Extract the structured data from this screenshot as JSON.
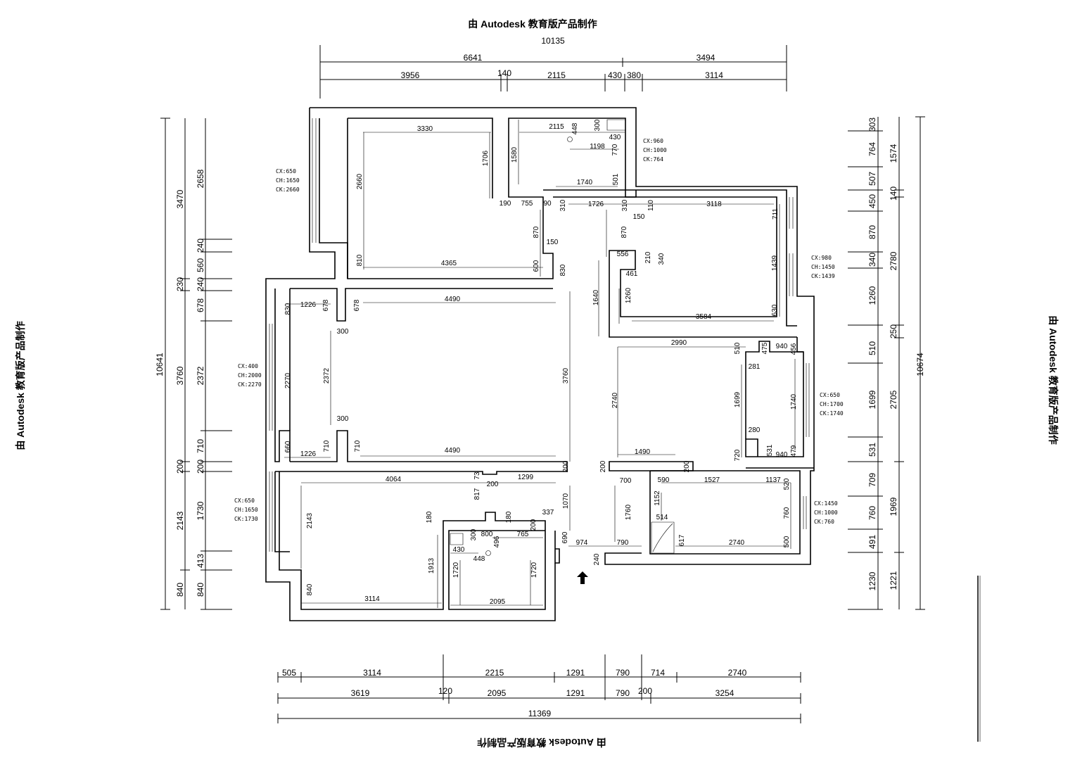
{
  "watermark": "由 Autodesk 教育版产品制作",
  "top_dims": {
    "overall": "10135",
    "row2": [
      "6641",
      "3494"
    ],
    "row3": [
      "3956",
      "140",
      "2115",
      "430",
      "380",
      "3114"
    ]
  },
  "bottom_dims": {
    "row1": [
      "505",
      "3114",
      "2215",
      "1291",
      "790",
      "714",
      "2740"
    ],
    "row2": [
      "3619",
      "120",
      "2095",
      "1291",
      "790",
      "200",
      "3254"
    ],
    "overall": "11369"
  },
  "left_dims": {
    "overall": "10641",
    "col2": [
      "3470",
      "230",
      "3760",
      "200",
      "2143",
      "840"
    ],
    "col3": [
      "2658",
      "240",
      "560",
      "240",
      "678",
      "2372",
      "710",
      "200",
      "1730",
      "413",
      "840"
    ]
  },
  "right_dims": {
    "overall": "10674",
    "col2": [
      "1574",
      "140",
      "2780",
      "250",
      "2705",
      "1969",
      "1221"
    ],
    "col3": [
      "303",
      "764",
      "507",
      "450",
      "870",
      "340",
      "1260",
      "510",
      "1699",
      "531",
      "709",
      "760",
      "491",
      "1230"
    ]
  },
  "window_notes": [
    [
      "CX:650",
      "CH:1650",
      "CK:2660"
    ],
    [
      "CX:960",
      "CH:1000",
      "CK:764"
    ],
    [
      "CX:980",
      "CH:1450",
      "CK:1439"
    ],
    [
      "CX:400",
      "CH:2000",
      "CK:2270"
    ],
    [
      "CX:650",
      "CH:1700",
      "CK:1740"
    ],
    [
      "CX:650",
      "CH:1650",
      "CK:1730"
    ],
    [
      "CX:1450",
      "CH:1000",
      "CK:760"
    ]
  ],
  "room_dims": [
    "3330",
    "2660",
    "1706",
    "1580",
    "4365",
    "810",
    "600",
    "2115",
    "448",
    "300",
    "430",
    "1198",
    "770",
    "1740",
    "501",
    "190",
    "755",
    "90",
    "310",
    "1726",
    "310",
    "110",
    "3118",
    "711",
    "150",
    "870",
    "870",
    "150",
    "830",
    "556",
    "210",
    "340",
    "461",
    "1260",
    "1640",
    "1439",
    "3584",
    "630",
    "1226",
    "830",
    "678",
    "678",
    "4490",
    "300",
    "2270",
    "2372",
    "3760",
    "300",
    "660",
    "1226",
    "710",
    "710",
    "4490",
    "2990",
    "510",
    "475",
    "940",
    "456",
    "281",
    "1699",
    "1740",
    "2740",
    "280",
    "720",
    "531",
    "940",
    "479",
    "200",
    "1490",
    "200",
    "200",
    "4064",
    "73",
    "1299",
    "200",
    "817",
    "700",
    "590",
    "1527",
    "1137",
    "520",
    "1152",
    "514",
    "1760",
    "760",
    "2143",
    "180",
    "180",
    "337",
    "200",
    "1070",
    "800",
    "765",
    "300",
    "496",
    "430",
    "448",
    "1720",
    "1720",
    "1913",
    "690",
    "974",
    "790",
    "617",
    "2740",
    "500",
    "840",
    "3114",
    "2095",
    "240"
  ]
}
